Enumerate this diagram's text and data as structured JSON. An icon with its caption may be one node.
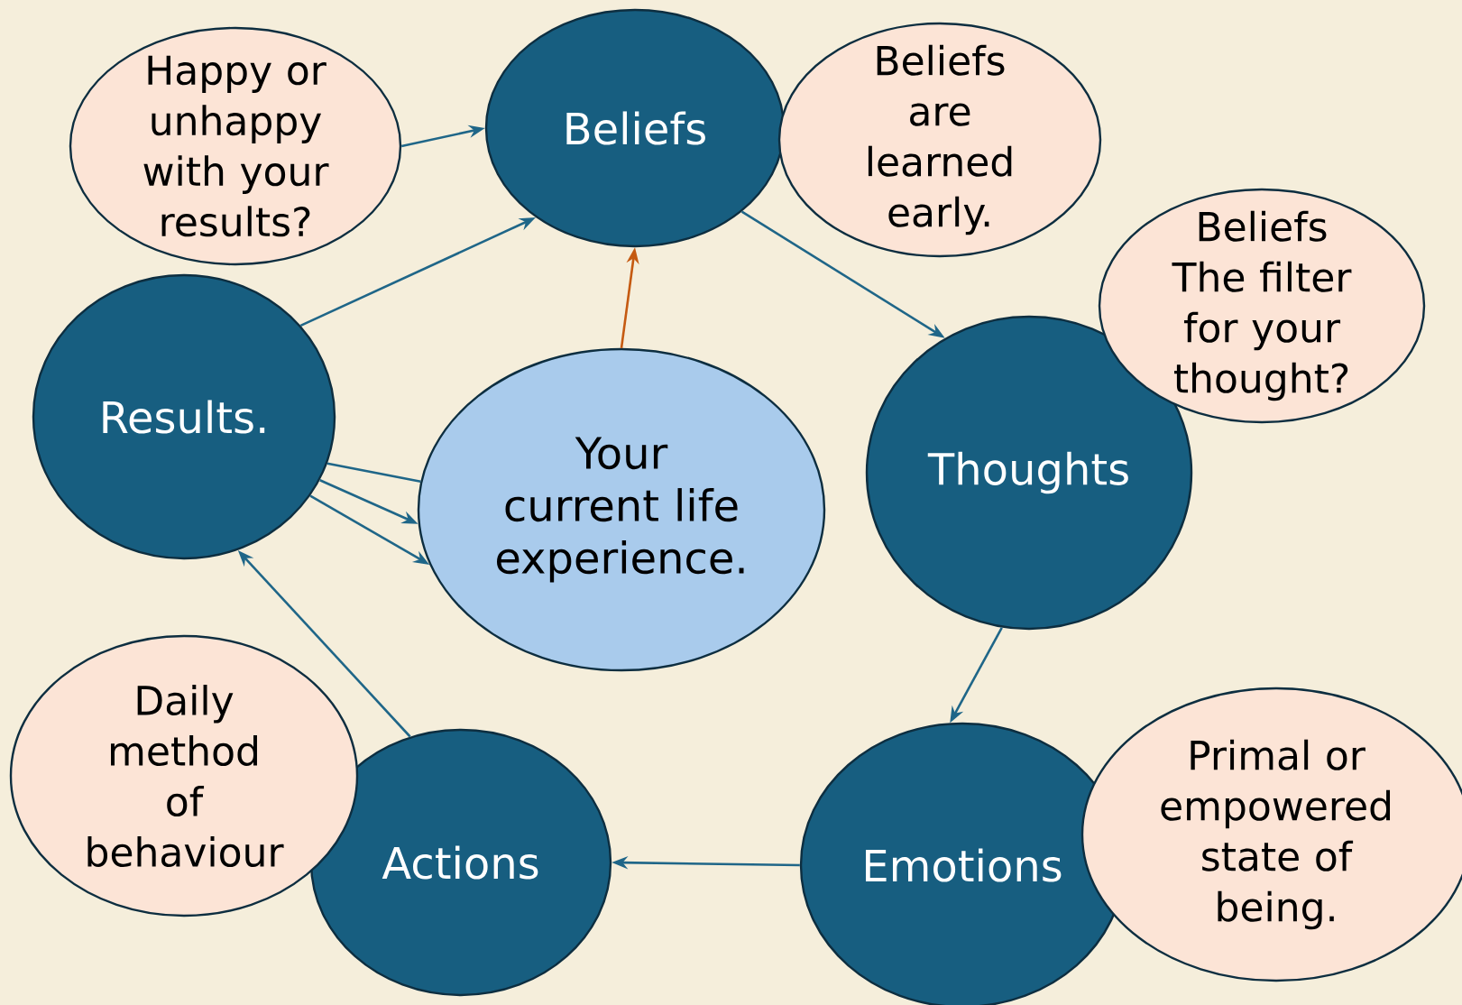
{
  "diagram": {
    "nodes": [
      {
        "text": [
          "Happy or unhappy with your results?"
        ]
      },
      {
        "text": [
          "Beliefs"
        ]
      },
      {
        "text": [
          "Beliefs are learned early."
        ]
      },
      {
        "text": [
          "Beliefs The filter for your thought?"
        ]
      },
      {
        "text": [
          "Results."
        ]
      },
      {
        "text": [
          "Your current life experience."
        ]
      },
      {
        "text": [
          "Thoughts"
        ]
      },
      {
        "text": [
          "Daily method of behaviour"
        ]
      },
      {
        "text": [
          "Actions"
        ]
      },
      {
        "text": [
          "Emotions"
        ]
      },
      {
        "text": [
          "Primal or empowered state of being."
        ]
      }
    ],
    "edges": [
      {
        "from": 0,
        "to": 1,
        "arrow": "to"
      },
      {
        "from": 4,
        "to": 1,
        "arrow": "to"
      },
      {
        "from": 1,
        "to": 6,
        "arrow": "to"
      },
      {
        "from": 5,
        "to": 1,
        "arrow": "to",
        "color": "#c55a11"
      },
      {
        "from": 6,
        "to": 9,
        "arrow": "to"
      },
      {
        "from": 9,
        "to": 8,
        "arrow": "to"
      },
      {
        "from": 8,
        "to": 4,
        "arrow": "to"
      },
      {
        "from": 4,
        "to": 5,
        "arrow": "none"
      },
      {
        "from": 4,
        "to": 5,
        "arrow": "to"
      },
      {
        "from": 4,
        "to": 5,
        "arrow": "to"
      }
    ]
  }
}
